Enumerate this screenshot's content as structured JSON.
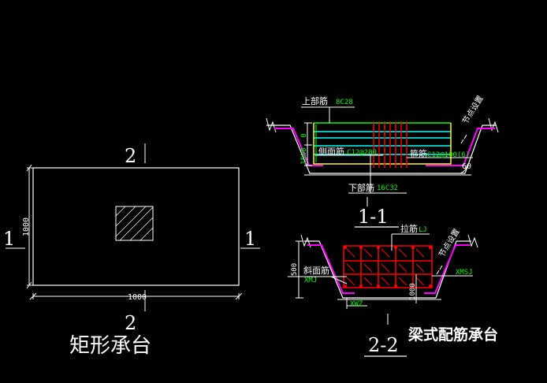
{
  "colors": {
    "background": "#000000",
    "line": "#ffffff",
    "dim_text": "#00ff00",
    "rebar_red": "#ff0000",
    "rebar_green": "#00ff00",
    "rebar_cyan": "#00ffff",
    "rebar_yellow": "#ffff00",
    "magenta": "#ff00ff"
  },
  "rect_cap": {
    "title": "矩形承台",
    "section_top": "2",
    "section_bottom": "2",
    "section_left": "1",
    "section_right": "1",
    "dim_width": "1000",
    "dim_height": "1000"
  },
  "section_1_1": {
    "title": "1-1",
    "top_bar_label": "上部筋",
    "top_bar_spec": "8C28",
    "side_bar_label": "侧面筋",
    "side_bar_spec": "C12@200",
    "stirrup_label": "箍筋",
    "stirrup_spec": "C12@100(6)",
    "bottom_bar_label": "下部筋",
    "bottom_bar_spec": "16C32",
    "slope_note": "节点设置",
    "angle": "60",
    "dim_left_a": "0",
    "dim_left_b": "1500"
  },
  "section_2_2": {
    "title": "2-2",
    "tie_label": "拉筋",
    "tie_spec": "LJ",
    "slope_bar_label": "斜面筋",
    "slope_bar_spec": "XMJ",
    "right_spec": "XMSJ",
    "bottom_spec": "XWZ",
    "slope_note": "节点设置",
    "dim_left": "500",
    "dim_right": "1000"
  },
  "caption": "梁式配筋承台"
}
